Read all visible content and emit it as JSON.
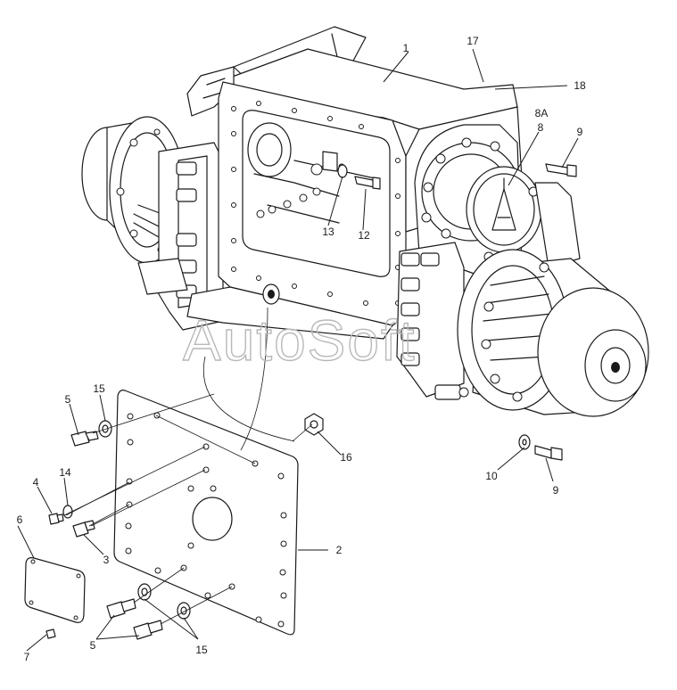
{
  "watermark": "AutoSoft",
  "callouts": [
    {
      "id": "c1",
      "text": "1"
    },
    {
      "id": "c17",
      "text": "17"
    },
    {
      "id": "c18",
      "text": "18"
    },
    {
      "id": "c8a",
      "text": "8A"
    },
    {
      "id": "c8",
      "text": "8"
    },
    {
      "id": "c9top",
      "text": "9"
    },
    {
      "id": "c13",
      "text": "13"
    },
    {
      "id": "c12",
      "text": "12"
    },
    {
      "id": "c16",
      "text": "16"
    },
    {
      "id": "c2",
      "text": "2"
    },
    {
      "id": "c10",
      "text": "10"
    },
    {
      "id": "c9bot",
      "text": "9"
    },
    {
      "id": "c5top",
      "text": "5"
    },
    {
      "id": "c15top",
      "text": "15"
    },
    {
      "id": "c4",
      "text": "4"
    },
    {
      "id": "c14",
      "text": "14"
    },
    {
      "id": "c6",
      "text": "6"
    },
    {
      "id": "c3",
      "text": "3"
    },
    {
      "id": "c5bot",
      "text": "5"
    },
    {
      "id": "c15bot",
      "text": "15"
    },
    {
      "id": "c7",
      "text": "7"
    }
  ]
}
